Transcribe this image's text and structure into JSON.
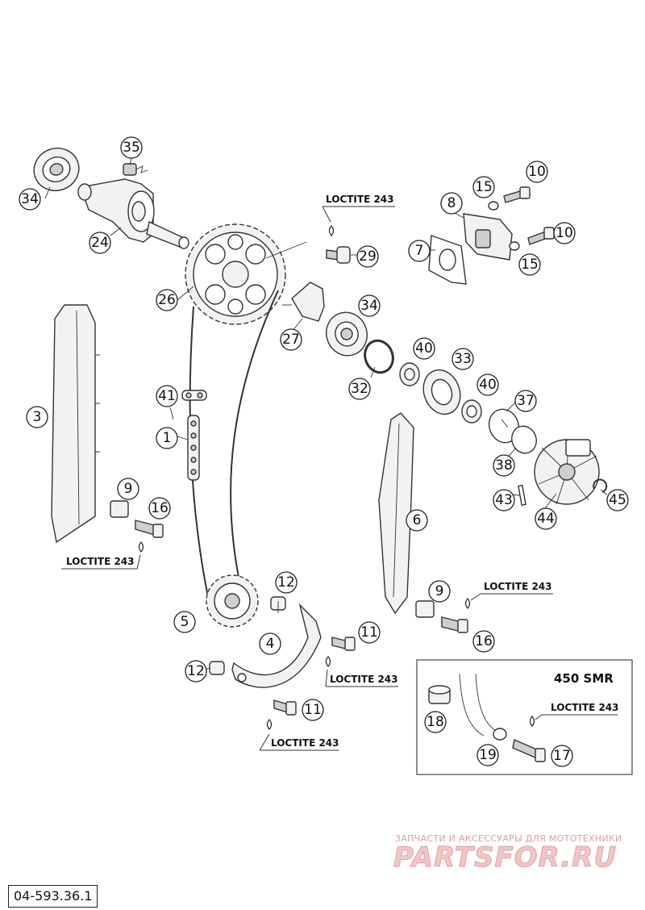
{
  "callouts": [
    "35",
    "34",
    "24",
    "10",
    "15",
    "8",
    "7",
    "10",
    "15",
    "29",
    "26",
    "27",
    "34",
    "32",
    "40",
    "33",
    "40",
    "37",
    "38",
    "43",
    "44",
    "45",
    "41",
    "1",
    "3",
    "9",
    "16",
    "6",
    "12",
    "5",
    "4",
    "11",
    "12",
    "11",
    "9",
    "16",
    "18",
    "19",
    "17"
  ],
  "loctite": [
    "LOCTITE 243",
    "LOCTITE 243",
    "LOCTITE 243",
    "LOCTITE 243",
    "LOCTITE 243",
    "LOCTITE 243"
  ],
  "inset_title": "450 SMR",
  "watermark": {
    "tagline": "ЗАПЧАСТИ И АКСЕССУАРЫ ДЛЯ МОТОТЕХНИКИ",
    "brand": "PARTSFOR.RU"
  },
  "reference": "04-593.36.1"
}
